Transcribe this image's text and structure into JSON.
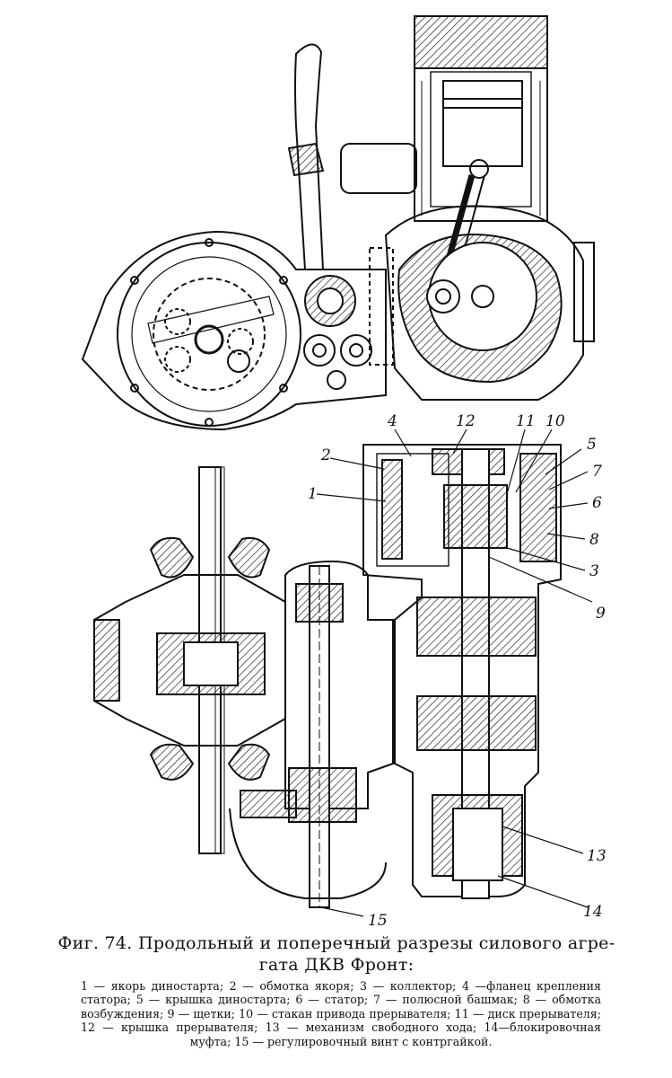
{
  "figure": {
    "labels": {
      "l1": "1",
      "l2": "2",
      "l3": "3",
      "l4": "4",
      "l5": "5",
      "l6": "6",
      "l7": "7",
      "l8": "8",
      "l9": "9",
      "l10": "10",
      "l11": "11",
      "l12": "12",
      "l13": "13",
      "l14": "14",
      "l15": "15"
    }
  },
  "caption": {
    "line1": "Фиг. 74. Продольный и поперечный разрезы силового агре-",
    "line2": "гата ДКВ Фронт:"
  },
  "legend": {
    "text": "1 — якорь диностарта; 2 — обмотка якоря; 3 — коллектор; 4 —фланец крепления статора; 5 — крышка диностарта; 6 — статор; 7 — полюсной башмак; 8 — обмотка возбуждения; 9 — щетки; 10 — стакан привода прерывателя; 11 — диск прерывателя; 12 — крышка прерывателя; 13 — механизм свободного хода; 14—блокировочная муфта; 15 — регулировочный винт с контргайкой."
  }
}
